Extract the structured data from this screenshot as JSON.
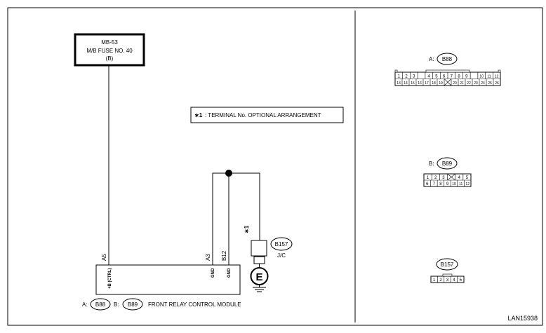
{
  "fuse_box": {
    "line1": "MB-53",
    "line2": "M/B FUSE NO. 40",
    "line3": "(B)"
  },
  "note": {
    "star": "∗1",
    "text": ": TERMINAL No. OPTIONAL ARRANGEMENT"
  },
  "module": {
    "pins": {
      "a5": "A5",
      "a3": "A3",
      "b12": "B12"
    },
    "pin_labels": {
      "ctrl": "+B (CTRL)",
      "gnd1": "GND",
      "gnd2": "GND"
    },
    "caption": {
      "prefix_a": "A:",
      "conn_a": "B88",
      "prefix_b": "B:",
      "conn_b": "B89",
      "name": "FRONT RELAY CONTROL MODULE"
    }
  },
  "joint": {
    "star": "∗1",
    "connector": "B157",
    "label": "J/C",
    "ground": "E"
  },
  "connectors": {
    "b88": {
      "prefix": "A:",
      "id": "B88",
      "top_row": [
        "1",
        "2",
        "3",
        "",
        "4",
        "5",
        "6",
        "7",
        "8",
        "9",
        "",
        "10",
        "11",
        "12"
      ],
      "bottom_row": [
        "13",
        "14",
        "15",
        "16",
        "17",
        "18",
        "19",
        "X",
        "20",
        "21",
        "22",
        "23",
        "24",
        "25",
        "26"
      ]
    },
    "b89": {
      "prefix": "B:",
      "id": "B89",
      "top_row": [
        "1",
        "2",
        "3",
        "X",
        "4",
        "5"
      ],
      "bottom_row": [
        "6",
        "7",
        "8",
        "9",
        "10",
        "11",
        "12"
      ]
    },
    "b157": {
      "id": "B157",
      "pins": [
        "1",
        "2",
        "3",
        "4",
        "5"
      ]
    }
  },
  "figure_id": "LAN15938",
  "colors": {
    "line": "#000000",
    "background": "#ffffff"
  }
}
